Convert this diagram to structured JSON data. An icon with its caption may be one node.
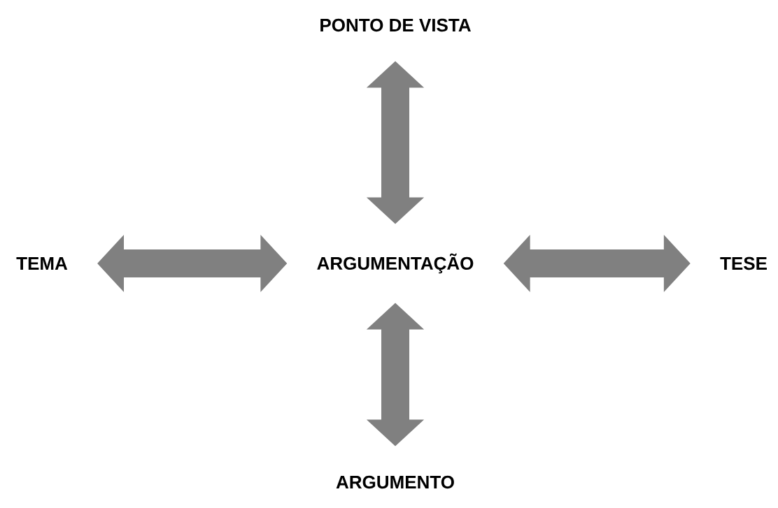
{
  "diagram": {
    "nodes": [
      {
        "text": [
          "PONTO DE VISTA"
        ]
      },
      {
        "text": [
          "TEMA"
        ]
      },
      {
        "text": [
          "ARGUMENTAÇÃO"
        ]
      },
      {
        "text": [
          "TESE"
        ]
      },
      {
        "text": [
          "ARGUMENTO"
        ]
      }
    ],
    "edges": [
      {
        "from": 2,
        "to": 0,
        "arrow": "both"
      },
      {
        "from": 2,
        "to": 1,
        "arrow": "both"
      },
      {
        "from": 2,
        "to": 3,
        "arrow": "both"
      },
      {
        "from": 2,
        "to": 4,
        "arrow": "both"
      }
    ]
  }
}
